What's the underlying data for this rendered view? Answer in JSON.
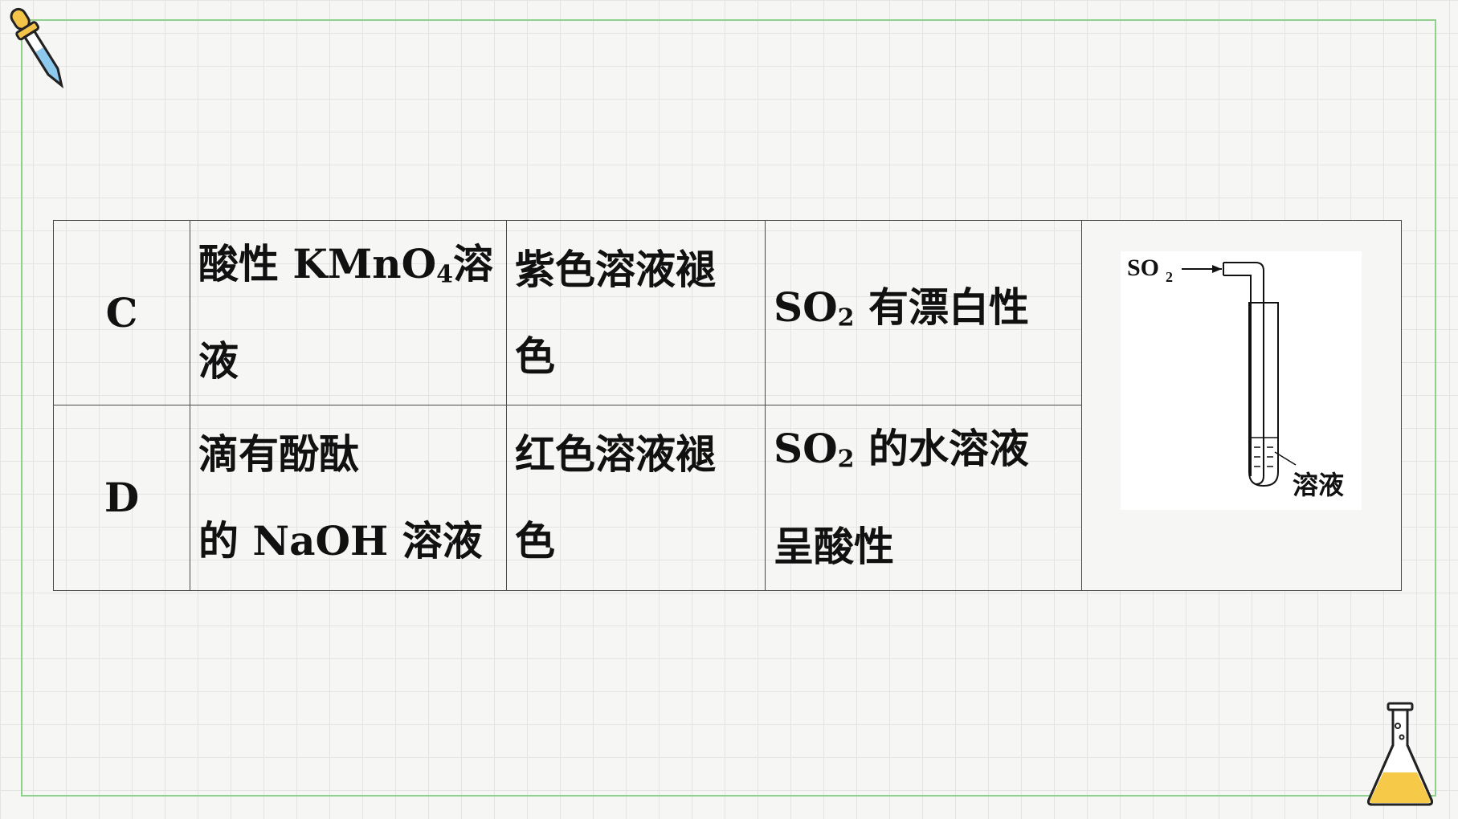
{
  "rows": [
    {
      "label": "C",
      "reagent": [
        "酸性 KMnO",
        "4",
        "溶",
        "液"
      ],
      "phenomenon": [
        "紫色溶液褪",
        "色"
      ],
      "conclusion": [
        "SO",
        "2",
        " 有漂白性"
      ]
    },
    {
      "label": "D",
      "reagent": [
        "滴有酚酞",
        "的 NaOH 溶液"
      ],
      "phenomenon": [
        "红色溶液褪",
        "色"
      ],
      "conclusion": [
        "SO",
        "2",
        " 的水溶液",
        "呈酸性"
      ]
    }
  ],
  "apparatus": {
    "gas_label": "SO",
    "gas_sub": "2",
    "solution_label": "溶液"
  },
  "colors": {
    "frame": "#8fd18a",
    "grid": "#e4e5e2",
    "flask_liquid": "#f7c948",
    "dropper_bulb": "#f3c34a",
    "dropper_tube": "#8ec9ee"
  }
}
